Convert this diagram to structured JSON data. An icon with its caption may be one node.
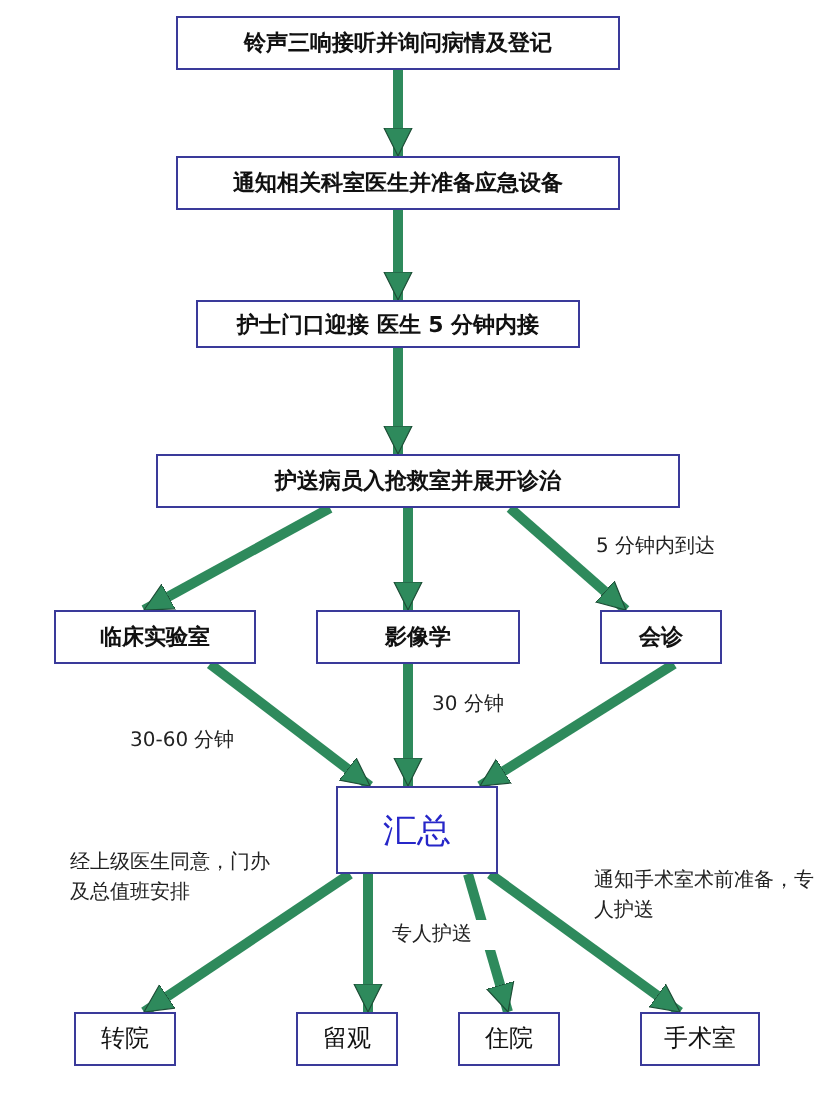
{
  "diagram": {
    "nodes": [
      {
        "text": [
          "铃声三响接听并询问病情及登记"
        ]
      },
      {
        "text": [
          "通知相关科室医生并准备应急设备"
        ]
      },
      {
        "text": [
          "护士门口迎接 医生 5 分钟内接"
        ]
      },
      {
        "text": [
          "护送病员入抢救室并展开诊治"
        ]
      },
      {
        "text": [
          "临床实验室"
        ]
      },
      {
        "text": [
          "影像学"
        ]
      },
      {
        "text": [
          "会诊"
        ]
      },
      {
        "text": [
          "汇总"
        ]
      },
      {
        "text": [
          "转院"
        ]
      },
      {
        "text": [
          "留观"
        ]
      },
      {
        "text": [
          "住院"
        ]
      },
      {
        "text": [
          "手术室"
        ]
      }
    ],
    "edges": [
      {
        "from": 0,
        "to": 1,
        "arrow": "to"
      },
      {
        "from": 1,
        "to": 2,
        "arrow": "to"
      },
      {
        "from": 2,
        "to": 3,
        "arrow": "to"
      },
      {
        "from": 3,
        "to": 4,
        "arrow": "to"
      },
      {
        "from": 3,
        "to": 5,
        "arrow": "to"
      },
      {
        "from": 3,
        "to": 6,
        "arrow": "to",
        "label": "5 分钟内到达"
      },
      {
        "from": 4,
        "to": 7,
        "arrow": "to",
        "label": "30-60 分钟"
      },
      {
        "from": 5,
        "to": 7,
        "arrow": "to",
        "label": "30 分钟"
      },
      {
        "from": 6,
        "to": 7,
        "arrow": "to"
      },
      {
        "from": 7,
        "to": 8,
        "arrow": "to",
        "label": "经上级医生同意，门办及总值班安排"
      },
      {
        "from": 7,
        "to": 9,
        "arrow": "to"
      },
      {
        "from": 7,
        "to": 10,
        "arrow": "to",
        "label": "专人护送"
      },
      {
        "from": 7,
        "to": 11,
        "arrow": "to",
        "label": "通知手术室术前准备，专人护送"
      }
    ]
  }
}
